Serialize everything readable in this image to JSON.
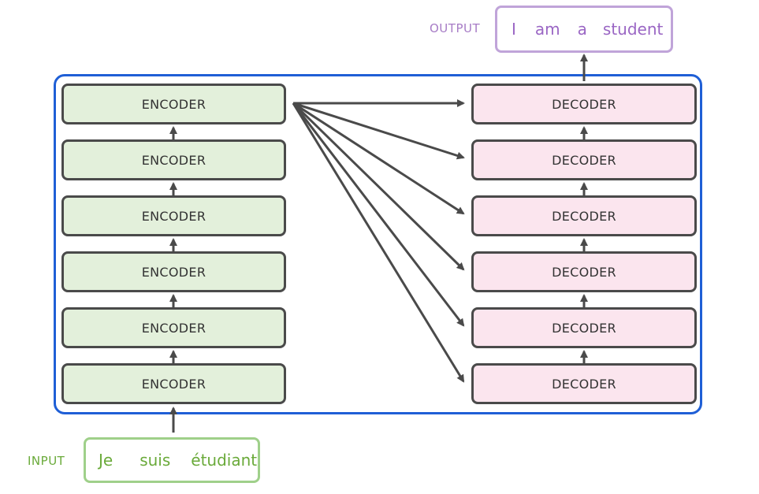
{
  "input": {
    "label": "INPUT",
    "words": [
      "Je",
      "suis",
      "étudiant"
    ]
  },
  "output": {
    "label": "OUTPUT",
    "words": [
      "I",
      "am",
      "a",
      "student"
    ]
  },
  "encoders": [
    "ENCODER",
    "ENCODER",
    "ENCODER",
    "ENCODER",
    "ENCODER",
    "ENCODER"
  ],
  "decoders": [
    "DECODER",
    "DECODER",
    "DECODER",
    "DECODER",
    "DECODER",
    "DECODER"
  ],
  "colors": {
    "container_border": "#1f5fd6",
    "encoder_fill": "#e3f0db",
    "decoder_fill": "#fbe5ee",
    "box_border": "#4a4a4a",
    "arrow": "#4a4a4a",
    "input_color": "#6aaa3a",
    "input_border": "#9fd08a",
    "output_color": "#9a66c4",
    "output_border": "#c0a4d9"
  }
}
